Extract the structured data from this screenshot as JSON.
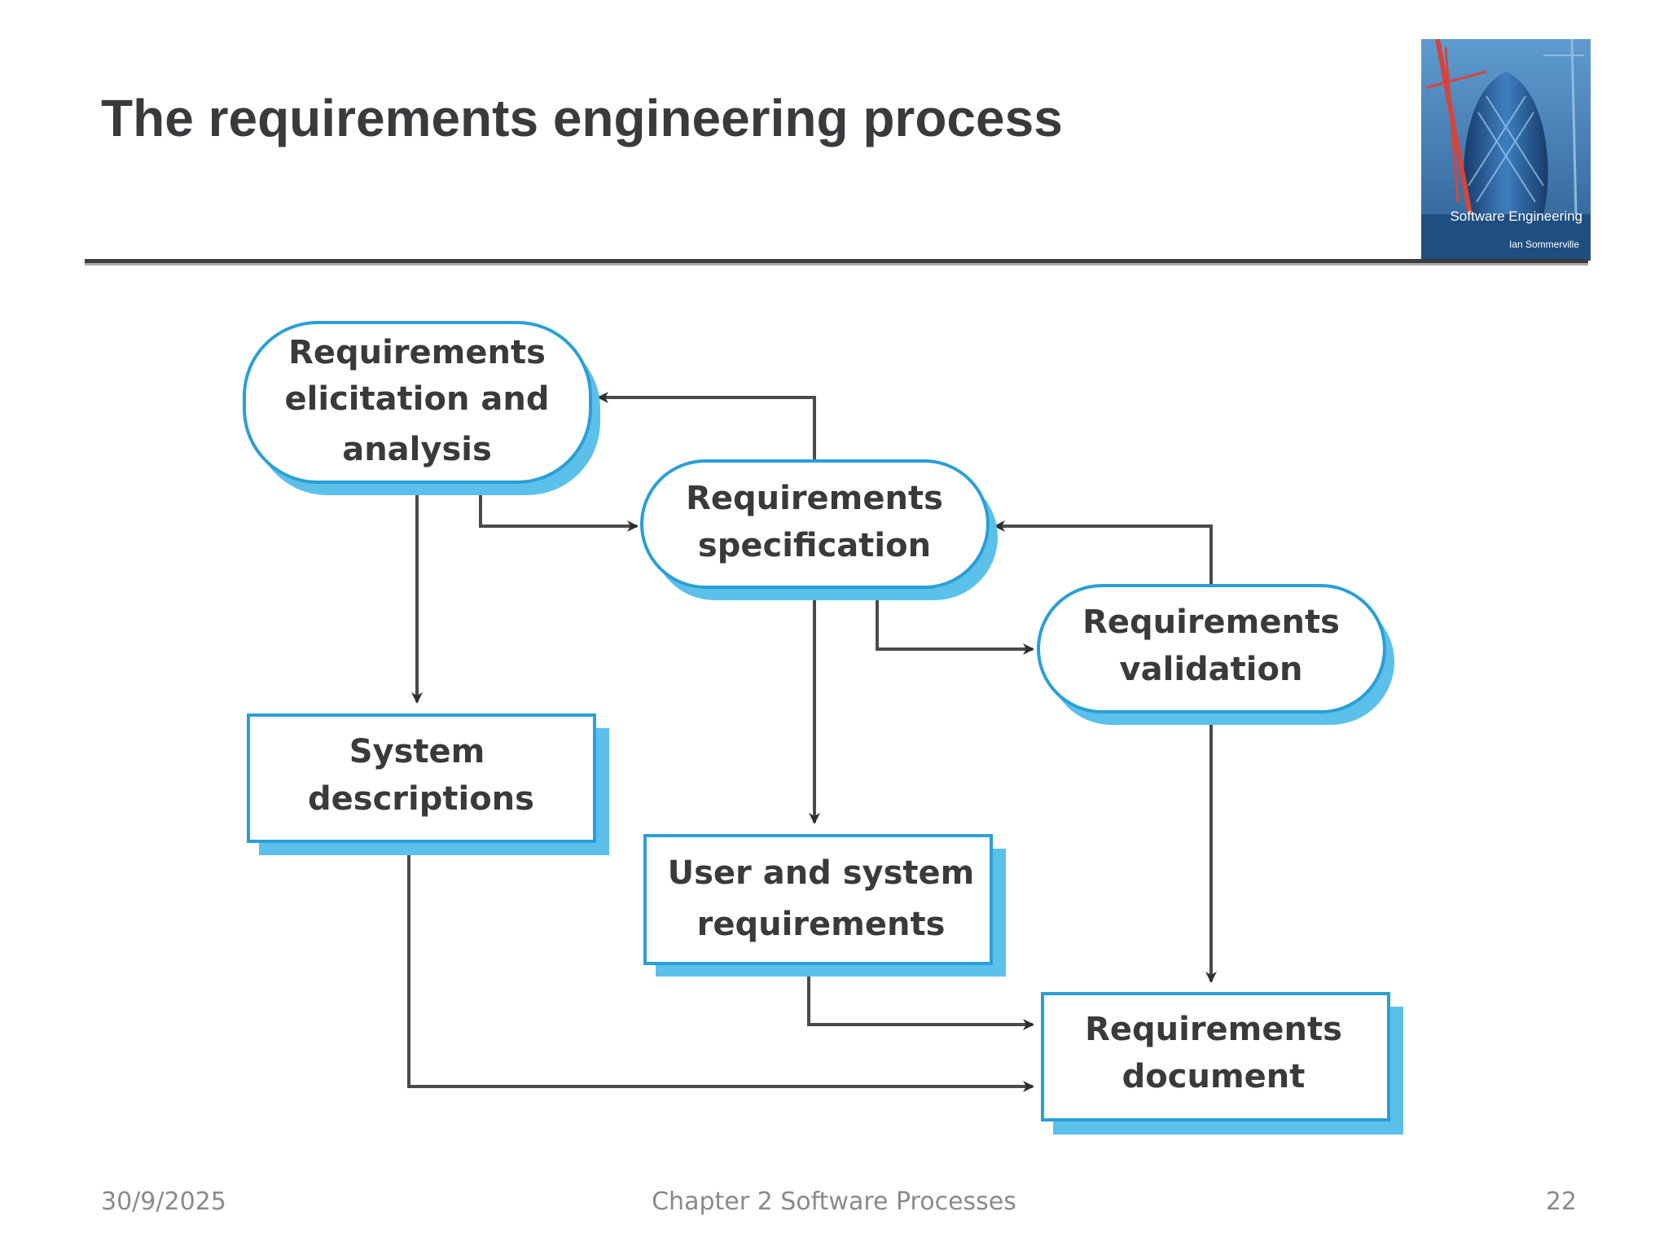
{
  "slide": {
    "title": "The requirements engineering process"
  },
  "cover": {
    "title": "Software Engineering",
    "author": "Ian Sommerville"
  },
  "diagram": {
    "nodes": {
      "elicitation": [
        "Requirements",
        "elicitation and",
        "analysis"
      ],
      "specification": [
        "Requirements",
        "specification"
      ],
      "validation": [
        "Requirements",
        "validation"
      ],
      "system_descriptions": [
        "System",
        "descriptions"
      ],
      "user_system_requirements": [
        "User and system",
        "requirements"
      ],
      "requirements_document": [
        "Requirements",
        "document"
      ]
    }
  },
  "footer": {
    "date": "30/9/2025",
    "chapter": "Chapter 2 Software Processes",
    "page": "22"
  },
  "colors": {
    "box_border": "#2a9fd6",
    "box_shadow": "#5bc0ea",
    "arrow": "#3a3a3a",
    "title": "#3a3a3e"
  }
}
